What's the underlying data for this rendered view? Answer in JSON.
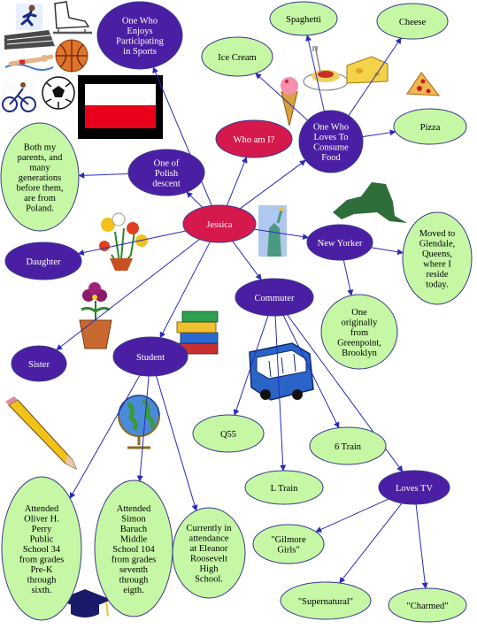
{
  "colors": {
    "purple": "#4b1fa3",
    "green": "#c5f7a5",
    "red": "#d6194c",
    "edge": "#2b2bb8",
    "outline": "#3a3a8a"
  },
  "nodes": {
    "sports": {
      "lines": [
        "One Who",
        "Enjoys",
        "Participating",
        "in Sports"
      ]
    },
    "ice_cream": {
      "lines": [
        "Ice Cream"
      ]
    },
    "spaghetti": {
      "lines": [
        "Spaghetti"
      ]
    },
    "cheese": {
      "lines": [
        "Cheese"
      ]
    },
    "pizza": {
      "lines": [
        "Pizza"
      ]
    },
    "who_am_i": {
      "lines": [
        "Who am I?"
      ]
    },
    "loves_food": {
      "lines": [
        "One Who",
        "Loves To",
        "Consume",
        "Food"
      ]
    },
    "poland_parents": {
      "lines": [
        "Both my",
        "parents, and",
        "many",
        "generations",
        "before them,",
        "are from",
        "Poland."
      ]
    },
    "polish": {
      "lines": [
        "One of",
        "Polish",
        "descent"
      ]
    },
    "jessica": {
      "lines": [
        "Jessica"
      ]
    },
    "new_yorker": {
      "lines": [
        "New Yorker"
      ]
    },
    "glendale": {
      "lines": [
        "Moved to",
        "Glendale,",
        "Queens,",
        "where I",
        "reside",
        "today."
      ]
    },
    "daughter": {
      "lines": [
        "Daughter"
      ]
    },
    "commuter": {
      "lines": [
        "Commuter"
      ]
    },
    "greenpoint": {
      "lines": [
        "One",
        "originally",
        "from",
        "Greenpoint,",
        "Brooklyn"
      ]
    },
    "sister": {
      "lines": [
        "Sister"
      ]
    },
    "student": {
      "lines": [
        "Student"
      ]
    },
    "q55": {
      "lines": [
        "Q55"
      ]
    },
    "six_train": {
      "lines": [
        "6 Train"
      ]
    },
    "l_train": {
      "lines": [
        "L Train"
      ]
    },
    "loves_tv": {
      "lines": [
        "Loves TV"
      ]
    },
    "ps34": {
      "lines": [
        "Attended",
        "Oliver H.",
        "Perry",
        "Public",
        "School 34",
        "from grades",
        "Pre-K",
        "through",
        "sixth."
      ]
    },
    "ms104": {
      "lines": [
        "Attended",
        "Simon",
        "Baruch",
        "Middle",
        "School 104",
        "from grades",
        "seventh",
        "through",
        "eigth."
      ]
    },
    "eleanor": {
      "lines": [
        "Currently in",
        "attendance",
        "at Eleanor",
        "Roosevelt",
        "High",
        "School."
      ]
    },
    "gilmore": {
      "lines": [
        "\"Gilmore",
        "Girls\""
      ]
    },
    "supernatural": {
      "lines": [
        "\"Supernatural\""
      ]
    },
    "charmed": {
      "lines": [
        "\"Charmed\""
      ]
    }
  },
  "edges": [
    [
      "jessica",
      "who_am_i"
    ],
    [
      "jessica",
      "loves_food"
    ],
    [
      "jessica",
      "sports"
    ],
    [
      "jessica",
      "polish"
    ],
    [
      "polish",
      "poland_parents"
    ],
    [
      "jessica",
      "daughter"
    ],
    [
      "jessica",
      "new_yorker"
    ],
    [
      "new_yorker",
      "glendale"
    ],
    [
      "new_yorker",
      "greenpoint"
    ],
    [
      "jessica",
      "commuter"
    ],
    [
      "jessica",
      "student"
    ],
    [
      "jessica",
      "sister"
    ],
    [
      "loves_food",
      "ice_cream"
    ],
    [
      "loves_food",
      "spaghetti"
    ],
    [
      "loves_food",
      "cheese"
    ],
    [
      "loves_food",
      "pizza"
    ],
    [
      "commuter",
      "q55"
    ],
    [
      "commuter",
      "l_train"
    ],
    [
      "commuter",
      "six_train"
    ],
    [
      "commuter",
      "loves_tv"
    ],
    [
      "student",
      "ps34"
    ],
    [
      "student",
      "ms104"
    ],
    [
      "student",
      "eleanor"
    ],
    [
      "loves_tv",
      "gilmore"
    ],
    [
      "loves_tv",
      "supernatural"
    ],
    [
      "loves_tv",
      "charmed"
    ]
  ],
  "clipart": [
    "runner-icon",
    "ice-skate-icon",
    "track-icon",
    "basketball-icon",
    "swimmer-icon",
    "cyclist-icon",
    "soccer-ball-icon",
    "polish-flag-icon",
    "ice-cream-cone-icon",
    "spaghetti-plate-icon",
    "cheese-icon",
    "pizza-slice-icon",
    "flowers-icon",
    "statue-of-liberty-icon",
    "new-york-state-map-icon",
    "potted-flower-icon",
    "books-stack-icon",
    "bus-icon",
    "pencil-icon",
    "globe-icon",
    "graduation-cap-icon"
  ]
}
